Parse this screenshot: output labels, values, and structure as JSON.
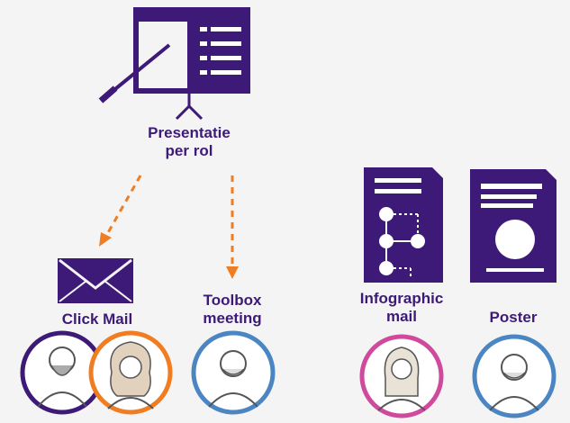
{
  "labels": {
    "presentation": "Presentatie\nper rol",
    "click_mail": "Click Mail",
    "toolbox": "Toolbox\nmeeting",
    "infographic": "Infographic\nmail",
    "poster": "Poster"
  },
  "colors": {
    "purple": "#3d1a78",
    "orange": "#f07d21",
    "blue": "#4b86c3",
    "pink": "#cf4a9d"
  },
  "icons": [
    "presentation-board-icon",
    "mail-envelope-icon",
    "infographic-document-icon",
    "poster-document-icon",
    "avatar-man-beard-icon",
    "avatar-woman-curly-icon",
    "avatar-man-bald-icon",
    "avatar-woman-icon"
  ]
}
